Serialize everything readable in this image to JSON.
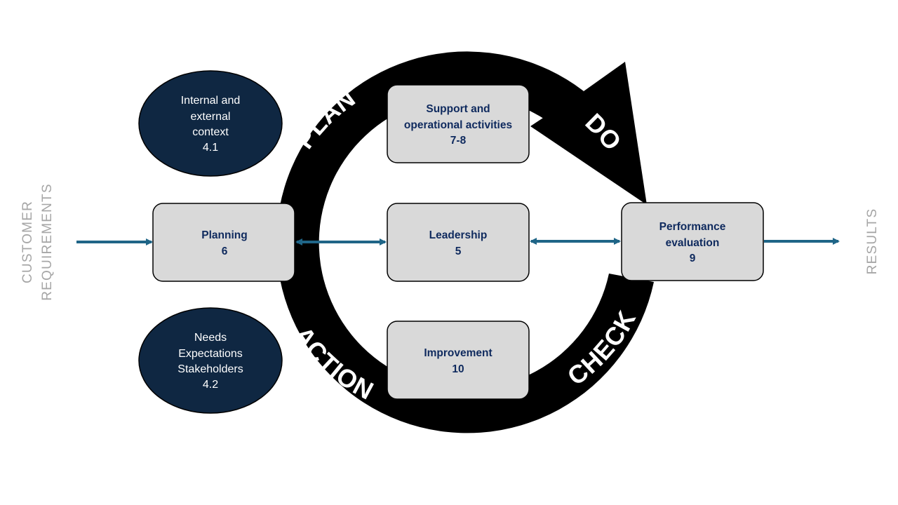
{
  "colors": {
    "cycle": "#000000",
    "box_fill": "#d9d9d9",
    "box_text": "#0f2a5e",
    "ellipse_fill": "#0f2742",
    "arrow": "#1f6587",
    "side_text": "#a6a6a6"
  },
  "cycle": {
    "plan": "PLAN",
    "do": "DO",
    "check": "CHECK",
    "action": "ACTION"
  },
  "side_labels": {
    "input_line1": "CUSTOMER",
    "input_line2": "REQUIREMENTS",
    "output": "RESULTS"
  },
  "contexts": {
    "internal_external": {
      "line1": "Internal and",
      "line2": "external",
      "line3": "context",
      "ref": "4.1"
    },
    "stakeholders": {
      "line1": "Needs",
      "line2": "Expectations",
      "line3": "Stakeholders",
      "ref": "4.2"
    }
  },
  "boxes": {
    "support": {
      "line1": "Support and",
      "line2": "operational activities",
      "ref": "7-8"
    },
    "planning": {
      "line1": "Planning",
      "ref": "6"
    },
    "leadership": {
      "line1": "Leadership",
      "ref": "5"
    },
    "performance": {
      "line1": "Performance",
      "line2": "evaluation",
      "ref": "9"
    },
    "improvement": {
      "line1": "Improvement",
      "ref": "10"
    }
  }
}
